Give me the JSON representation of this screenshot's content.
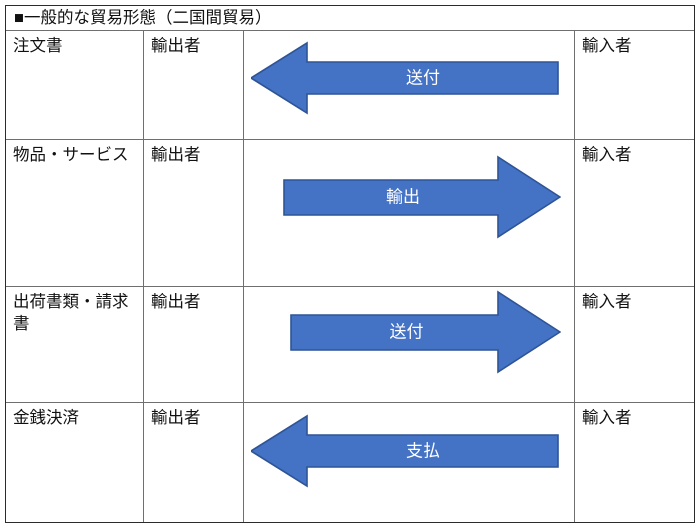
{
  "diagram": {
    "title": "■一般的な貿易形態（二国間貿易）",
    "colors": {
      "arrow_fill": "#4472C4",
      "arrow_stroke": "#2E5496",
      "arrow_label": "#FFFFFF",
      "outer_border": "#2B2B2B",
      "inner_border": "#6F6F6F",
      "background": "#FFFFFF",
      "text": "#111111"
    },
    "rows": [
      {
        "document": "注文書",
        "exporter": "輸出者",
        "importer": "輸入者",
        "arrow": {
          "label": "送付",
          "direction": "left"
        }
      },
      {
        "document": "物品・サービス",
        "exporter": "輸出者",
        "importer": "輸入者",
        "arrow": {
          "label": "輸出",
          "direction": "right"
        }
      },
      {
        "document": "出荷書類・請求書",
        "exporter": "輸出者",
        "importer": "輸入者",
        "arrow": {
          "label": "送付",
          "direction": "right"
        }
      },
      {
        "document": "金銭決済",
        "exporter": "輸出者",
        "importer": "輸入者",
        "arrow": {
          "label": "支払",
          "direction": "left"
        }
      }
    ]
  }
}
